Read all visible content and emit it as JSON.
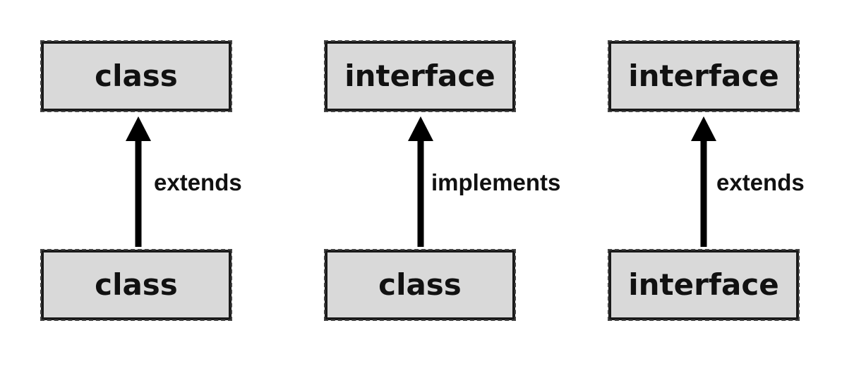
{
  "diagram": {
    "columns": [
      {
        "parent": "class",
        "child": "class",
        "relation": "extends"
      },
      {
        "parent": "interface",
        "child": "class",
        "relation": "implements"
      },
      {
        "parent": "interface",
        "child": "interface",
        "relation": "extends"
      }
    ]
  },
  "colors": {
    "box_fill": "#d9d9d9",
    "box_border": "#1a1a1a",
    "arrow": "#000000",
    "text": "#111111"
  }
}
